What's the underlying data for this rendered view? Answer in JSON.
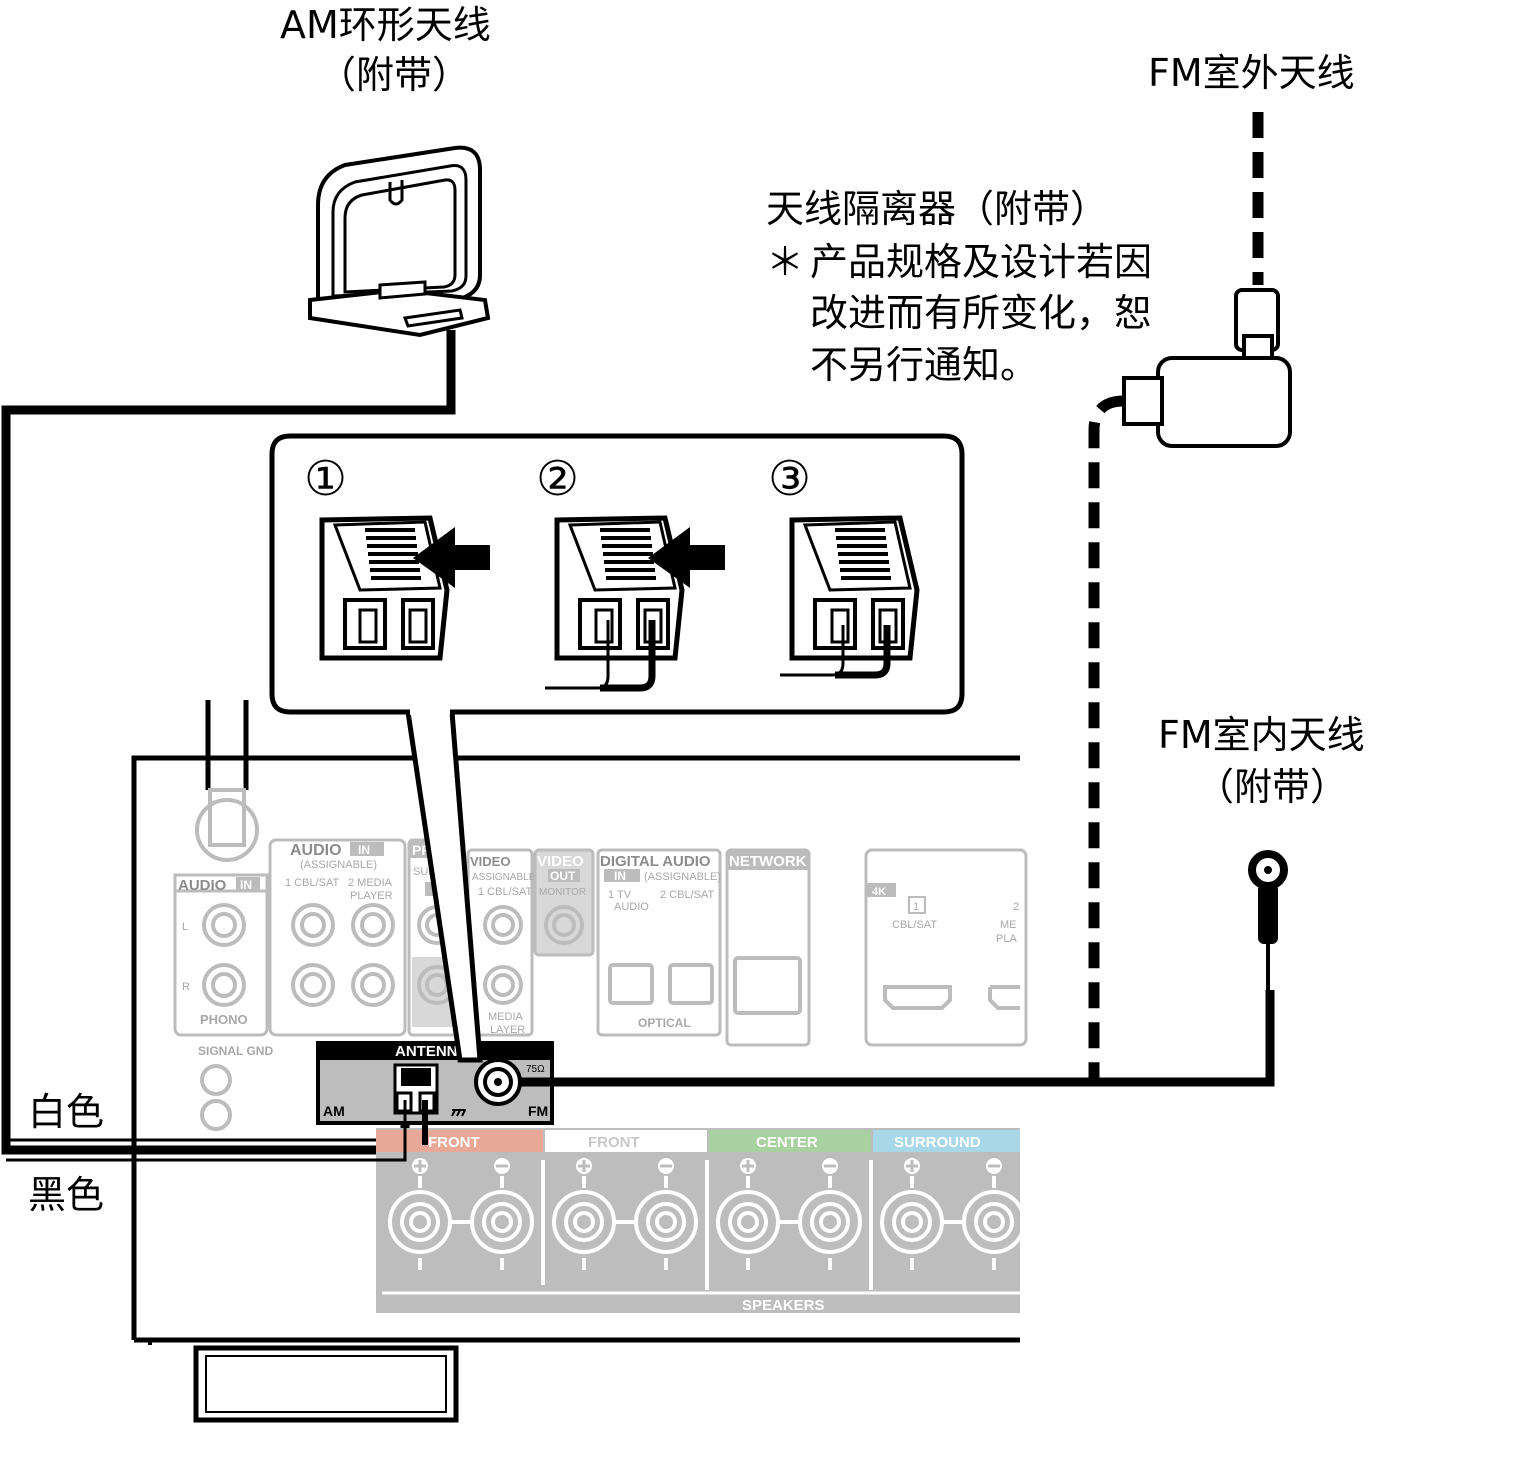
{
  "labels": {
    "am_antenna_line1": "AM环形天线",
    "am_antenna_line2": "（附带）",
    "fm_outdoor": "FM室外天线",
    "isolator_title": "天线隔离器（附带）",
    "isolator_note_mark": "＊",
    "isolator_note_line1": "产品规格及设计若因",
    "isolator_note_line2": "改进而有所变化，恕",
    "isolator_note_line3": "不另行通知。",
    "fm_indoor_line1": "FM室内天线",
    "fm_indoor_line2": "（附带）",
    "white_wire": "白色",
    "black_wire": "黑色"
  },
  "steps": [
    "①",
    "②",
    "③"
  ],
  "panel": {
    "antenna": "ANTENNA",
    "am": "AM",
    "fm": "FM",
    "ohm": "75Ω",
    "audio_in": "AUDIO",
    "in_badge": "IN",
    "assignable": "(ASSIGNABLE)",
    "cbl_sat": "1 CBL/SAT",
    "media_player": "2 MEDIA",
    "media_player2": "PLAYER",
    "audio_in_left": "AUDIO",
    "phono": "PHONO",
    "signal_gnd": "SIGNAL GND",
    "pre": "PRE",
    "subw": "SUBW",
    "video_in": "VIDEO",
    "video_assignable": "ASSIGNABLE)",
    "video_cbl": "1 CBL/SAT",
    "video_media": "MEDIA",
    "video_layer": "LAYER",
    "video_out": "VIDEO",
    "out": "OUT",
    "monitor": "MONITOR",
    "digital_audio": "DIGITAL AUDIO",
    "digital_in": "IN",
    "digital_assignable": "(ASSIGNABLE)",
    "digital_tv": "1  TV",
    "digital_tv2": "AUDIO",
    "digital_cbl": "2 CBL/SAT",
    "optical": "OPTICAL",
    "network": "NETWORK",
    "hdmi_4k": "4K",
    "hdmi_1": "1",
    "hdmi_cbl": "CBL/SAT",
    "hdmi_2": "2",
    "hdmi_me": "ME",
    "hdmi_pla": "PLA",
    "front_r": "FRONT",
    "front_l": "FRONT",
    "center": "CENTER",
    "surround_r": "SURROUND",
    "speakers": "SPEAKERS",
    "r": "R",
    "l": "L"
  },
  "colors": {
    "front_r": "#e8a898",
    "front_l": "#c8c8c8",
    "center": "#a8d0a0",
    "surround": "#a8d8e8",
    "panel_gray": "#bdbdbd"
  }
}
